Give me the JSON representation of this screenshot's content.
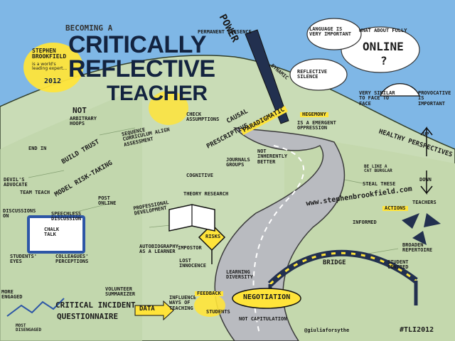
{
  "title": {
    "becoming": "BECOMING A",
    "critically": "CRITICALLY",
    "reflective": "REFLECTIVE",
    "teacher": "TEACHER"
  },
  "badge": {
    "author": "STEPHEN BROOKFIELD",
    "tagline": "is a world's leading expert...",
    "year": "2012"
  },
  "labels": {
    "power": "POWER",
    "permanent_presence": "PERMANENT PRESENCE",
    "dynamic": "DYNAMIC",
    "language": "LANGUAGE IS VERY IMPORTANT",
    "what_about": "WHAT ABOUT FULLY",
    "online": "ONLINE",
    "qmark": "?",
    "reflective_silence": "REFLECTIVE SILENCE",
    "very_similar": "VERY SIMILAR TO FACE TO FACE",
    "provocative": "PROVOCATIVE IS IMPORTANT",
    "hegemony": "HEGEMONY",
    "hegemony_sub": "IS A EMERGENT OPPRESSION",
    "paradigmatic": "PARADIGMATIC",
    "prescriptive": "PRESCRIPTIVE",
    "causal": "CAUSAL",
    "check_assumptions": "CHECK ASSUMPTIONS",
    "sequence": "SEQUENCE CURRICULUM ALIGN ASSESSMENT",
    "not": "NOT",
    "arbitrary_hoops": "ARBITRARY HOOPS",
    "build_trust": "BUILD TRUST",
    "model_risk": "MODEL RISK-TAKING",
    "end_in": "END IN",
    "devils": "DEVIL'S ADVOCATE",
    "team_teach": "TEAM TEACH",
    "discussions": "DISCUSSIONS ON",
    "post_online": "POST ONLINE",
    "speechless": "SPEECHLESS DISCUSSION",
    "chalk_talk": "CHALK TALK",
    "cognitive": "COGNITIVE",
    "journals": "JOURNALS GROUPS",
    "not_inherently": "NOT INHERENTLY BETTER",
    "professional_dev": "PROFESSIONAL DEVELOPMENT",
    "theory_research": "THEORY RESEARCH",
    "autobiography": "AUTOBIOGRAPHY AS A LEARNER",
    "impostor": "IMPOSTOR",
    "lost_innocence": "LOST INNOCENCE",
    "risks": "RISKS",
    "students_eyes": "STUDENTS' EYES",
    "colleagues": "COLLEAGUES' PERCEPTIONS",
    "more_engaged": "MORE ENGAGED",
    "most_disengaged": "MOST DISENGAGED",
    "critical_incident": "CRITICAL INCIDENT",
    "questionnaire": "QUESTIONNAIRE",
    "volunteer": "VOLUNTEER SUMMARIZER",
    "data": "DATA",
    "influence": "INFLUENCE WAYS OF TEACHING",
    "learning_diversity": "LEARNING DIVERSITY",
    "feedback": "FEEDBACK",
    "students": "STUDENTS",
    "negotiation": "NEGOTIATION",
    "not_capitulation": "NOT CAPITULATION",
    "bridge": "BRIDGE",
    "student_centred": "STUDENT CENTRED",
    "broaden": "BROADEN REPERTOIRE",
    "informed": "INFORMED",
    "actions": "ACTIONS",
    "teachers": "TEACHERS",
    "healthy": "HEALTHY PERSPECTIVES",
    "up": "UP",
    "down": "DOWN",
    "steal_these": "STEAL THESE",
    "be_like": "BE LIKE A CAT BURGLAR",
    "website": "www.stephenbrookfield.com",
    "handle": "@giuliaforsythe",
    "hashtag": "#TLI2012"
  },
  "colors": {
    "sky": "#7fb7e6",
    "hill": "#c9dcb6",
    "hill_dark": "#b6cd9f",
    "road": "#b9bbc0",
    "highlight": "#ffe43a",
    "ink": "#1b1b1b",
    "navy": "#13233f",
    "blue": "#2d56a6"
  }
}
